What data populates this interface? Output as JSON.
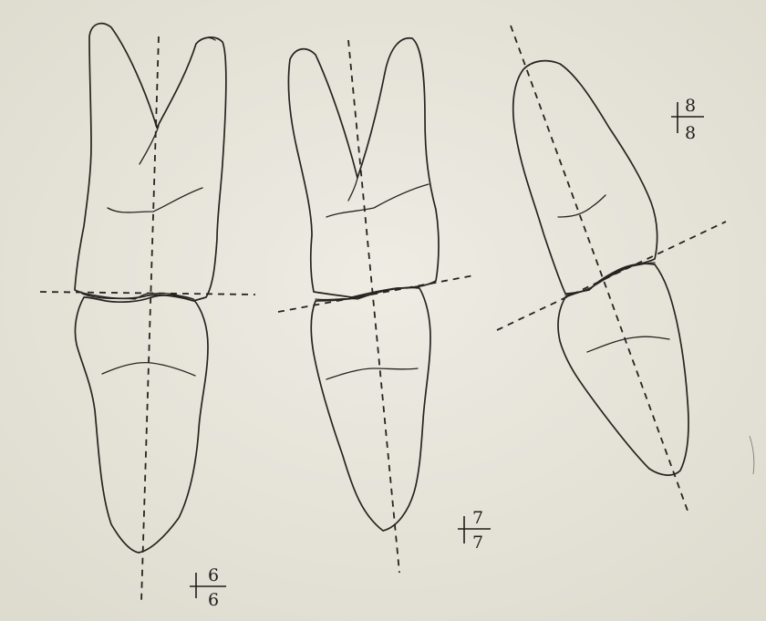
{
  "figure": {
    "labels": [
      {
        "id": "pair-6",
        "upper": "6",
        "lower": "6"
      },
      {
        "id": "pair-7",
        "upper": "7",
        "lower": "7"
      },
      {
        "id": "pair-8",
        "upper": "8",
        "lower": "8"
      }
    ],
    "colors": {
      "paper": "#e9e7dc",
      "ink": "#262420"
    }
  }
}
